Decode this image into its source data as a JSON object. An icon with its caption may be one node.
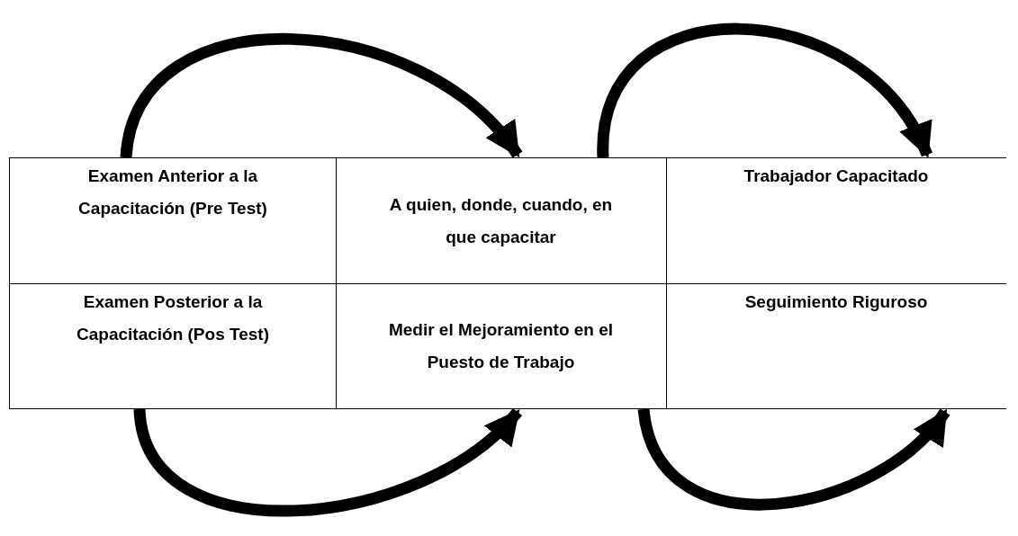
{
  "diagram": {
    "nodes": [
      {
        "text": [
          "Examen Anterior a la Capacitación (Pre Test)"
        ]
      },
      {
        "text": [
          "A quien, donde, cuando, en que capacitar"
        ]
      },
      {
        "text": [
          "Trabajador Capacitado"
        ]
      },
      {
        "text": [
          "Examen Posterior a la Capacitación (Pos Test)"
        ]
      },
      {
        "text": [
          "Medir el Mejoramiento en el Puesto de Trabajo"
        ]
      },
      {
        "text": [
          "Seguimiento Riguroso"
        ]
      }
    ],
    "edges": [
      {
        "from": 0,
        "to": 1,
        "arrow": "to"
      },
      {
        "from": 1,
        "to": 2,
        "arrow": "to"
      },
      {
        "from": 3,
        "to": 4,
        "arrow": "to"
      },
      {
        "from": 4,
        "to": 5,
        "arrow": "to"
      }
    ]
  }
}
